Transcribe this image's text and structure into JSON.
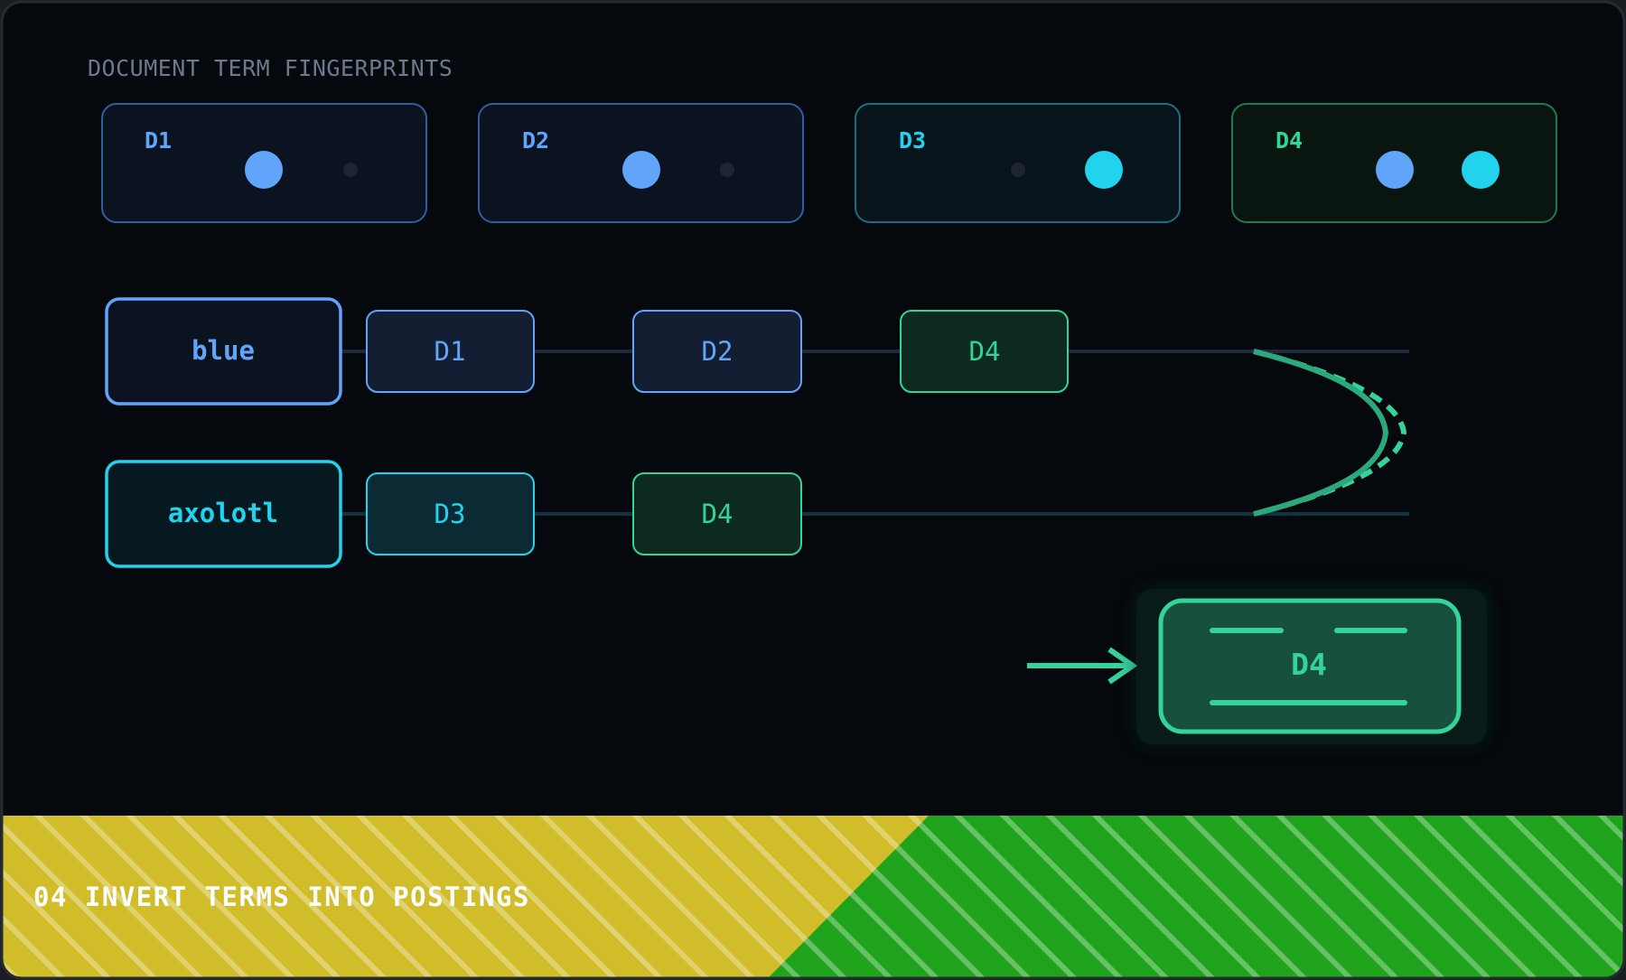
{
  "header": {
    "title": "DOCUMENT TERM FINGERPRINTS"
  },
  "documents": [
    {
      "id": "D1",
      "color": "#60a5fa",
      "dots": [
        true,
        false
      ]
    },
    {
      "id": "D2",
      "color": "#60a5fa",
      "dots": [
        true,
        false
      ]
    },
    {
      "id": "D3",
      "color": "#22d3ee",
      "dots": [
        false,
        true
      ]
    },
    {
      "id": "D4",
      "color": "#34d399",
      "dots": [
        true,
        true
      ]
    }
  ],
  "postings": [
    {
      "term": "blue",
      "color": "#60a5fa",
      "entries": [
        {
          "doc": "D1",
          "color": "#60a5fa"
        },
        {
          "doc": "D2",
          "color": "#60a5fa"
        },
        {
          "doc": "D4",
          "color": "#34d399"
        }
      ]
    },
    {
      "term": "axolotl",
      "color": "#22d3ee",
      "entries": [
        {
          "doc": "D3",
          "color": "#22d3ee"
        },
        {
          "doc": "D4",
          "color": "#34d399"
        }
      ]
    }
  ],
  "result": {
    "doc": "D4",
    "color": "#34d399"
  },
  "footer": {
    "caption": "04 INVERT TERMS INTO POSTINGS"
  },
  "colors": {
    "background": "#05090d",
    "blue": "#60a5fa",
    "cyan": "#22d3ee",
    "green": "#34d399",
    "banner_yellow": "#d1bd2a",
    "banner_green": "#1fa31c"
  }
}
